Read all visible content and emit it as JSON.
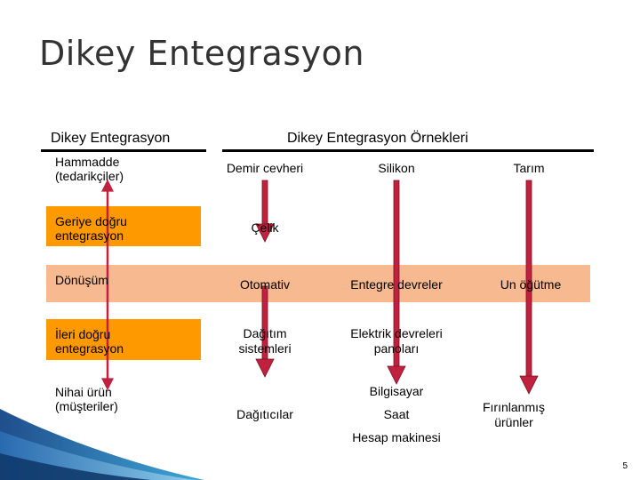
{
  "title": "Dikey Entegrasyon",
  "headers": {
    "left": "Dikey Entegrasyon",
    "right": "Dikey Entegrasyon Örnekleri"
  },
  "stages": {
    "hammadde": [
      "Hammadde",
      "(tedarikçiler)"
    ],
    "geriye": [
      "Geriye doğru",
      "entegrasyon"
    ],
    "donusum": "Dönüşüm",
    "ileri": [
      "İleri doğru",
      "entegrasyon"
    ],
    "nihai": [
      "Nihai ürün",
      "(müşteriler)"
    ]
  },
  "examples": {
    "col1": {
      "top": "Demir cevheri",
      "mid": "Çelik",
      "transform": "Otomativ",
      "forward": [
        "Dağıtım",
        "sistemleri"
      ],
      "final": "Dağıtıcılar"
    },
    "col2": {
      "top": "Silikon",
      "transform": "Entegre devreler",
      "forward": [
        "Elektrik devreleri",
        "panoları"
      ],
      "final": [
        "Bilgisayar",
        "Saat",
        "Hesap makinesi"
      ]
    },
    "col3": {
      "top": "Tarım",
      "transform": "Un öğütme",
      "final": [
        "Fırınlanmış",
        "ürünler"
      ]
    }
  },
  "colors": {
    "orange": "#ff9900",
    "peach": "#f7b98f",
    "arrow": "#c0213f"
  },
  "page_number": "5"
}
